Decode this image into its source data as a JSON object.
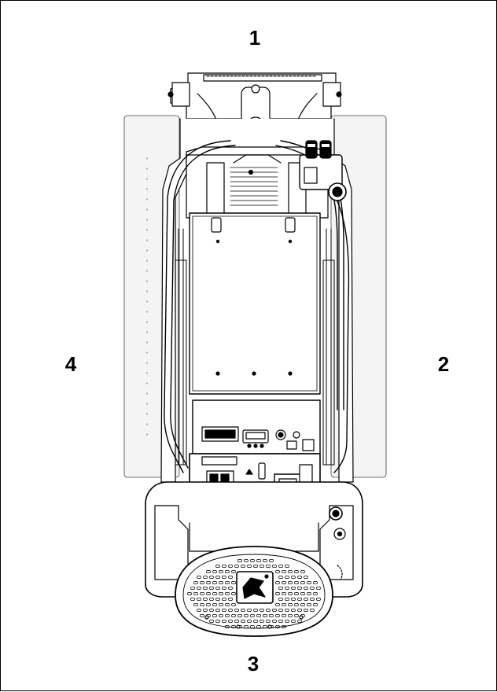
{
  "labels": {
    "side_1": "1",
    "side_2": "2",
    "side_3": "3",
    "side_4": "4"
  },
  "colors": {
    "line": "#000000",
    "plate_fill": "#f4f4f4",
    "body_fill": "#ffffff"
  }
}
